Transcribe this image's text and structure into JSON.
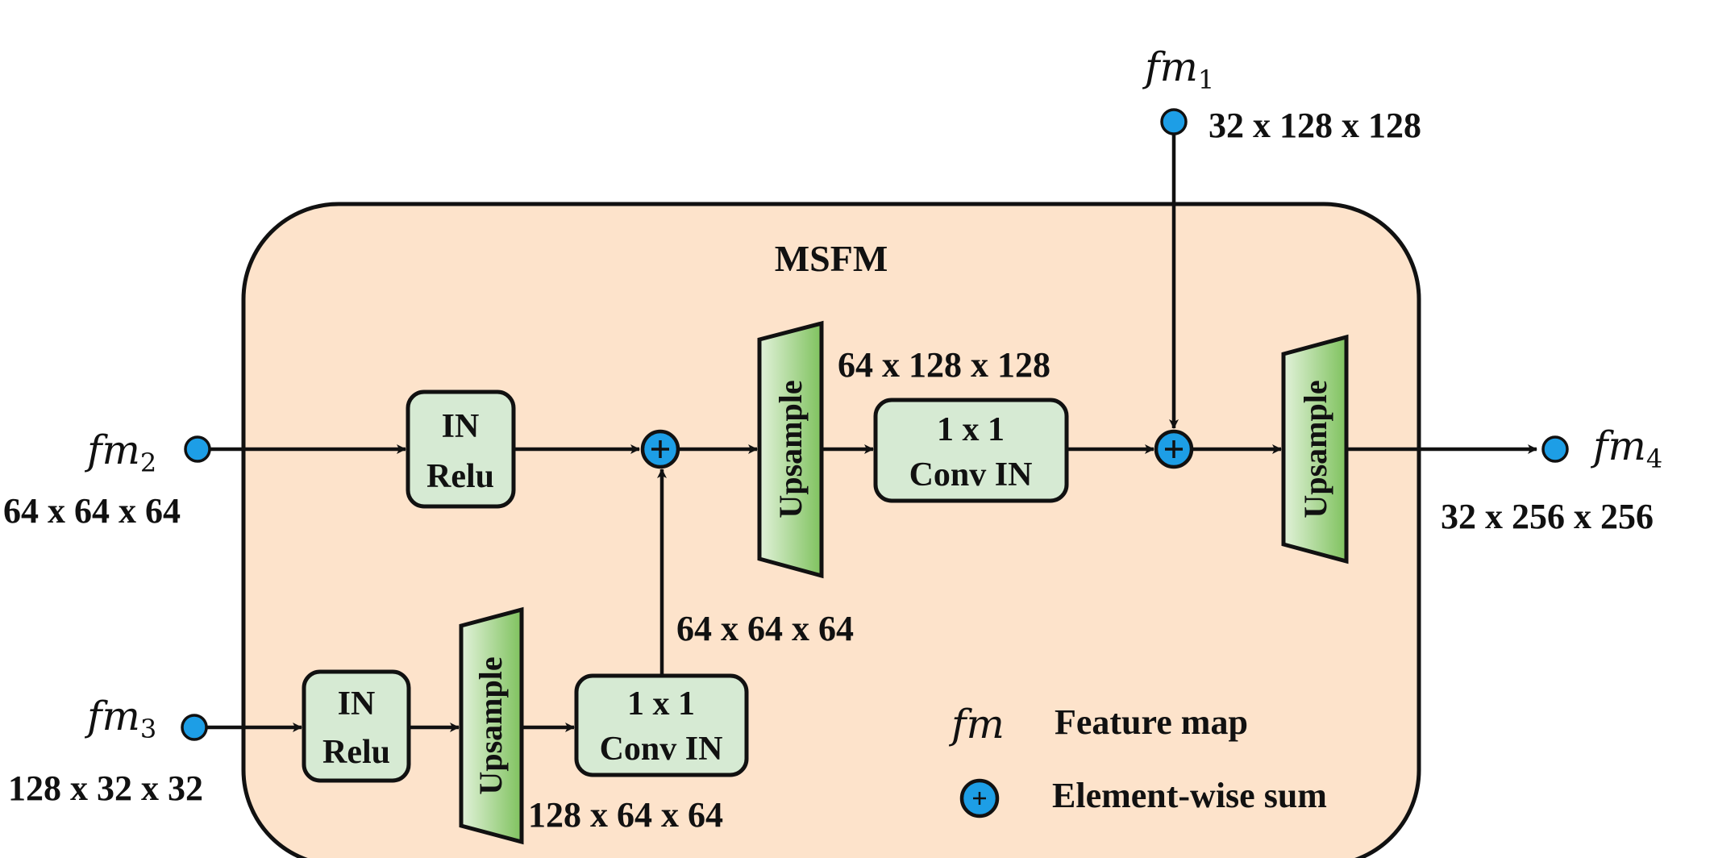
{
  "title": "MSFM",
  "colors": {
    "module_fill": "#fde3cb",
    "block_fill": "#d6ead3",
    "upsample_light": "#dff0d6",
    "upsample_dark": "#86c766",
    "node_fill": "#1d9ee6",
    "stroke": "#111111"
  },
  "inputs": {
    "fm1": {
      "name": "fm",
      "sub": "1",
      "dims": "32 x 128 x 128"
    },
    "fm2": {
      "name": "fm",
      "sub": "2",
      "dims": "64 x 64 x 64"
    },
    "fm3": {
      "name": "fm",
      "sub": "3",
      "dims": "128 x 32 x 32"
    }
  },
  "output": {
    "fm4": {
      "name": "fm",
      "sub": "4",
      "dims": "32 x 256 x 256"
    }
  },
  "blocks": {
    "in_relu_top": [
      "IN",
      "Relu"
    ],
    "in_relu_bottom": [
      "IN",
      "Relu"
    ],
    "conv_top": [
      "1 x 1",
      "Conv IN"
    ],
    "conv_bottom": [
      "1 x 1",
      "Conv IN"
    ],
    "upsample_label": "Upsample"
  },
  "intermediate_dims": {
    "after_upsample_top": "64 x 128 x 128",
    "bottom_branch_up": "64 x 64 x 64",
    "after_upsample_bottom": "128 x 64 x 64"
  },
  "legend": {
    "fm_symbol": "fm",
    "fm_text": "Feature map",
    "sum_symbol": "+",
    "sum_text": "Element-wise sum"
  }
}
